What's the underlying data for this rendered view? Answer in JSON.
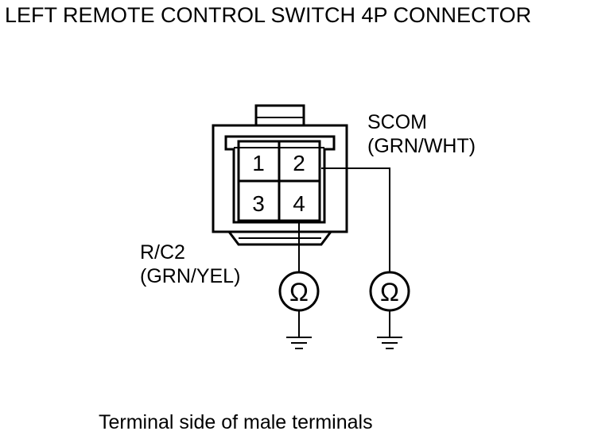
{
  "title": "LEFT REMOTE CONTROL SWITCH 4P CONNECTOR",
  "pins": {
    "p1": "1",
    "p2": "2",
    "p3": "3",
    "p4": "4"
  },
  "scom": {
    "name": "SCOM",
    "color": "(GRN/WHT)"
  },
  "rc2": {
    "name": "R/C2",
    "color": "(GRN/YEL)"
  },
  "ohm_symbol": "Ω",
  "caption": "Terminal side of male terminals"
}
